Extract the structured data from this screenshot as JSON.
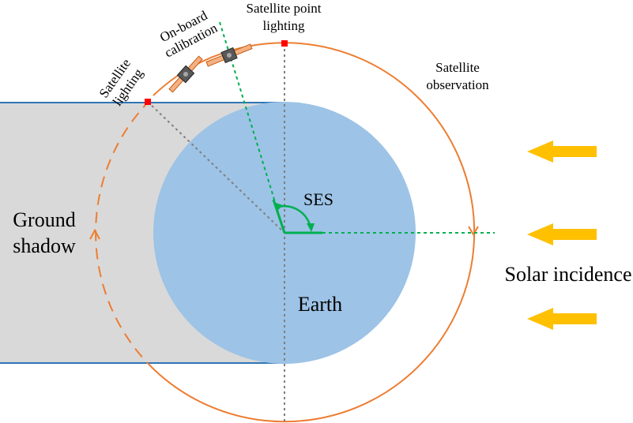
{
  "labels": {
    "satellite_point_lighting_line1": "Satellite point",
    "satellite_point_lighting_line2": "lighting",
    "on_board_calibration_line1": "On-board",
    "on_board_calibration_line2": "calibration",
    "satellite_lighting_line1": "Satellite",
    "satellite_lighting_line2": "lighting",
    "satellite_observation_line1": "Satellite",
    "satellite_observation_line2": "observation",
    "ground_shadow_line1": "Ground",
    "ground_shadow_line2": "shadow",
    "ses": "SES",
    "earth": "Earth",
    "solar_incidence": "Solar incidence"
  },
  "colors": {
    "orbit": "#ed7d31",
    "earth": "#9dc3e6",
    "shadow": "#d9d9d9",
    "shadow_edge": "#2e75b6",
    "sun_arrow": "#ffc000",
    "green_line": "#00b050",
    "marker": "#ff0000",
    "axis_dotted": "#7f7f7f",
    "satellite_panel": "#f4b183"
  },
  "icons": {
    "sun_arrows": "left-arrow-icon",
    "satellite": "satellite-icon"
  }
}
